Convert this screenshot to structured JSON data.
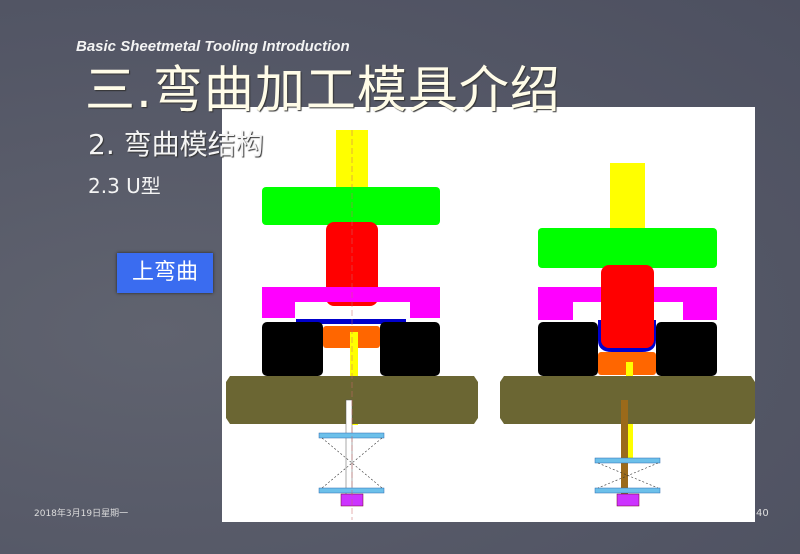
{
  "slide": {
    "header": "Basic Sheetmetal Tooling Introduction",
    "title": "三.弯曲加工模具介绍",
    "section": "2. 弯曲模结构",
    "subsection": "2.3  U型",
    "button_label": "上弯曲",
    "date": "2018年3月19日星期一",
    "page_number": "40"
  },
  "colors": {
    "background": "#555869",
    "button": "#3a6cf0",
    "punch": "#ff0000",
    "plate": "#00ff00",
    "stripper": "#ff00ff",
    "die": "#000000",
    "pad": "#ff6600",
    "base": "#6b6633",
    "sheet": "#0000cc",
    "rod": "#ffff00"
  }
}
